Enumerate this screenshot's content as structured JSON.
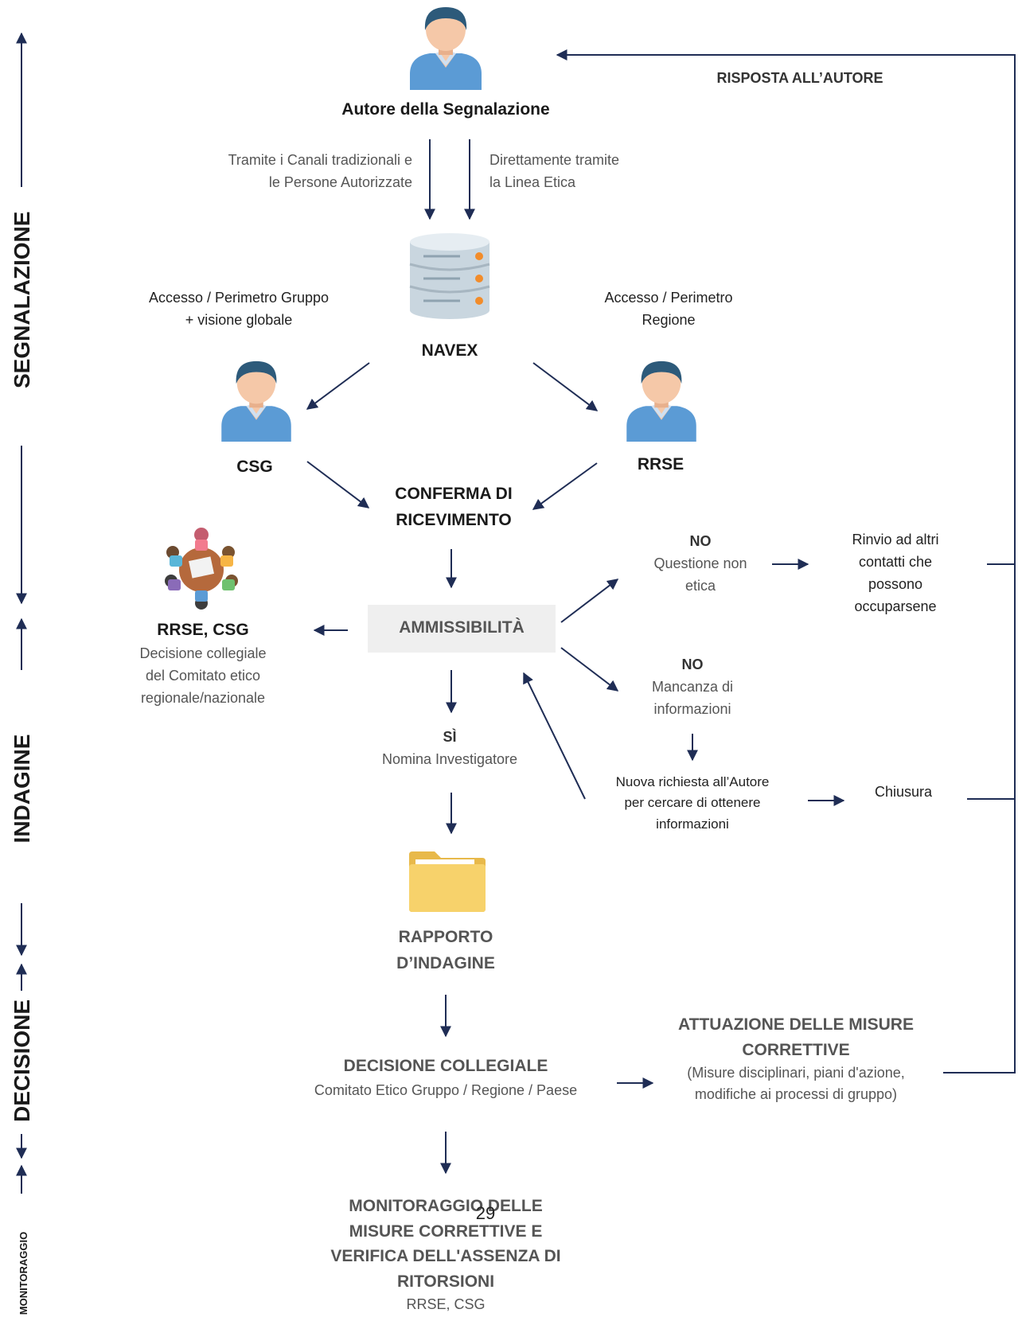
{
  "sections": {
    "segnalazione": "SEGNALAZIONE",
    "indagine": "INDAGINE",
    "decisione": "DECISIONE",
    "monitoraggio": "MONITORAGGIO"
  },
  "author": {
    "label": "Autore della Segnalazione"
  },
  "response_label": "RISPOSTA ALL’AUTORE",
  "channels": {
    "traditional": [
      "Tramite i Canali tradizionali e",
      "le Persone Autorizzate"
    ],
    "direct": [
      "Direttamente tramite",
      "la Linea Etica"
    ]
  },
  "navex": {
    "label": "NAVEX"
  },
  "access": {
    "group": [
      "Accesso / Perimetro Gruppo",
      "+ visione globale"
    ],
    "region": [
      "Accesso / Perimetro",
      "Regione"
    ]
  },
  "csg": {
    "label": "CSG"
  },
  "rrse": {
    "label": "RRSE"
  },
  "confirm": [
    "CONFERMA DI",
    "RICEVIMENTO"
  ],
  "admissibility": "AMMISSIBILITÀ",
  "committee": {
    "title": "RRSE, CSG",
    "lines": [
      "Decisione collegiale",
      "del Comitato etico",
      "regionale/nazionale"
    ]
  },
  "no_ethics": {
    "title": "NO",
    "lines": [
      "Questione non",
      "etica"
    ]
  },
  "referral": [
    "Rinvio ad altri",
    "contatti che",
    "possono",
    "occuparsene"
  ],
  "no_info": {
    "title": "NO",
    "lines": [
      "Mancanza di",
      "informazioni"
    ]
  },
  "new_request": [
    "Nuova richiesta all’Autore",
    "per cercare di ottenere",
    "informazioni"
  ],
  "closure": "Chiusura",
  "yes": {
    "title": "SÌ",
    "line": "Nomina Investigatore"
  },
  "report": [
    "RAPPORTO",
    "D’INDAGINE"
  ],
  "decision": {
    "title": "DECISIONE COLLEGIALE",
    "line": "Comitato Etico Gruppo / Regione / Paese"
  },
  "measures": {
    "title": [
      "ATTUAZIONE DELLE MISURE",
      "CORRETTIVE"
    ],
    "lines": [
      "(Misure disciplinari, piani d'azione,",
      "modifiche ai processi di gruppo)"
    ]
  },
  "monitoring": {
    "title": [
      "MONITORAGGIO DELLE",
      "MISURE CORRETTIVE E",
      "VERIFICA DELL'ASSENZA DI",
      "RITORSIONI"
    ],
    "line": "RRSE, CSG"
  },
  "page_number": "29",
  "colors": {
    "arrow": "#1f2d55",
    "person_body": "#5b9bd5",
    "person_hair": "#2d5a7a",
    "skin": "#f5c8a8",
    "folder": "#f7d26b"
  }
}
